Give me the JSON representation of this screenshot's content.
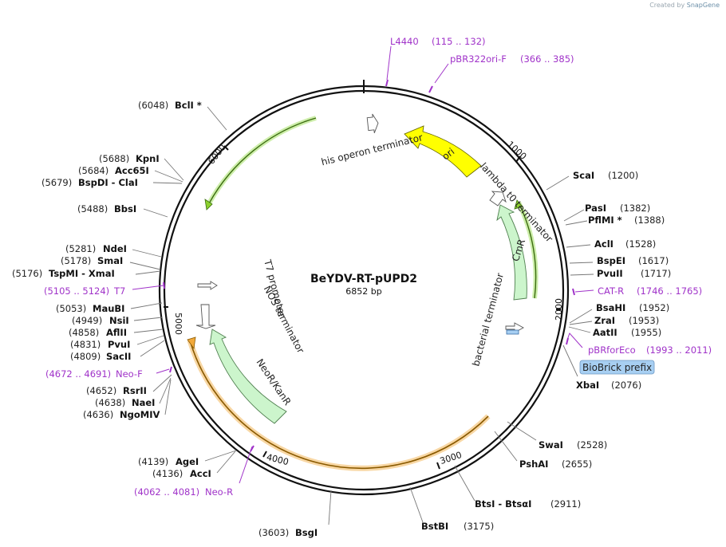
{
  "credit": {
    "prefix": "Created by",
    "brand": "SnapGene"
  },
  "plasmid": {
    "name": "BeYDV-RT-pUPD2",
    "size_label": "6852 bp",
    "length": 6852
  },
  "ticks": [
    "1000",
    "2000",
    "3000",
    "4000",
    "5000",
    "6000"
  ],
  "features": [
    {
      "name": "his operon terminator"
    },
    {
      "name": "ori"
    },
    {
      "name": "lambda t0 terminator"
    },
    {
      "name": "CmR"
    },
    {
      "name": "bacterial terminator"
    },
    {
      "name": "NeoR/KanR"
    },
    {
      "name": "NOS terminator"
    },
    {
      "name": "T7 promoter"
    },
    {
      "name": "BioBrick prefix"
    }
  ],
  "enzymes": [
    {
      "pos": "(1200)",
      "name": "ScaI"
    },
    {
      "pos": "(1382)",
      "name": "PasI"
    },
    {
      "pos": "(1388)",
      "name": "PflMI *"
    },
    {
      "pos": "(1528)",
      "name": "AclI"
    },
    {
      "pos": "(1617)",
      "name": "BspEI"
    },
    {
      "pos": "(1717)",
      "name": "PvuII"
    },
    {
      "pos": "(1952)",
      "name": "BsaHI"
    },
    {
      "pos": "(1953)",
      "name": "ZraI"
    },
    {
      "pos": "(1955)",
      "name": "AatII"
    },
    {
      "pos": "(2076)",
      "name": "XbaI"
    },
    {
      "pos": "(2528)",
      "name": "SwaI"
    },
    {
      "pos": "(2655)",
      "name": "PshAI"
    },
    {
      "pos": "(2911)",
      "name": "BtsI - BtsαI"
    },
    {
      "pos": "(3175)",
      "name": "BstBI"
    },
    {
      "pos": "(3603)",
      "name": "BsgI"
    },
    {
      "pos": "(4139)",
      "name": "AgeI"
    },
    {
      "pos": "(4136)",
      "name": "AccI"
    },
    {
      "pos": "(4652)",
      "name": "RsrII"
    },
    {
      "pos": "(4638)",
      "name": "NaeI"
    },
    {
      "pos": "(4636)",
      "name": "NgoMIV"
    },
    {
      "pos": "(4809)",
      "name": "SacII"
    },
    {
      "pos": "(4831)",
      "name": "PvuI"
    },
    {
      "pos": "(4858)",
      "name": "AflII"
    },
    {
      "pos": "(4949)",
      "name": "NsiI"
    },
    {
      "pos": "(5053)",
      "name": "MauBI"
    },
    {
      "pos": "(5176)",
      "name": "TspMI - XmaI"
    },
    {
      "pos": "(5178)",
      "name": "SmaI"
    },
    {
      "pos": "(5281)",
      "name": "NdeI"
    },
    {
      "pos": "(5488)",
      "name": "BbsI"
    },
    {
      "pos": "(5679)",
      "name": "BspDI - ClaI"
    },
    {
      "pos": "(5684)",
      "name": "Acc65I"
    },
    {
      "pos": "(5688)",
      "name": "KpnI"
    },
    {
      "pos": "(6048)",
      "name": "BclI *"
    }
  ],
  "primers": [
    {
      "name": "L4440",
      "range": "(115 .. 132)"
    },
    {
      "name": "pBR322ori-F",
      "range": "(366 .. 385)"
    },
    {
      "name": "CAT-R",
      "range": "(1746 .. 1765)"
    },
    {
      "name": "pBRforEco",
      "range": "(1993 .. 2011)"
    },
    {
      "name": "Neo-R",
      "range": "(4062 .. 4081)"
    },
    {
      "name": "Neo-F",
      "range": "(4672 .. 4691)"
    },
    {
      "name": "T7",
      "range": "(5105 .. 5124)"
    }
  ],
  "colors": {
    "backbone": "#111111",
    "ori": "#ffff00",
    "marker": "#ccf5cc",
    "terminator": "#ffffff",
    "primer": "#a033c9",
    "orf_green": "#8cd12e",
    "orf_orange": "#f2a93b",
    "biobrick": "#a7cff2"
  }
}
